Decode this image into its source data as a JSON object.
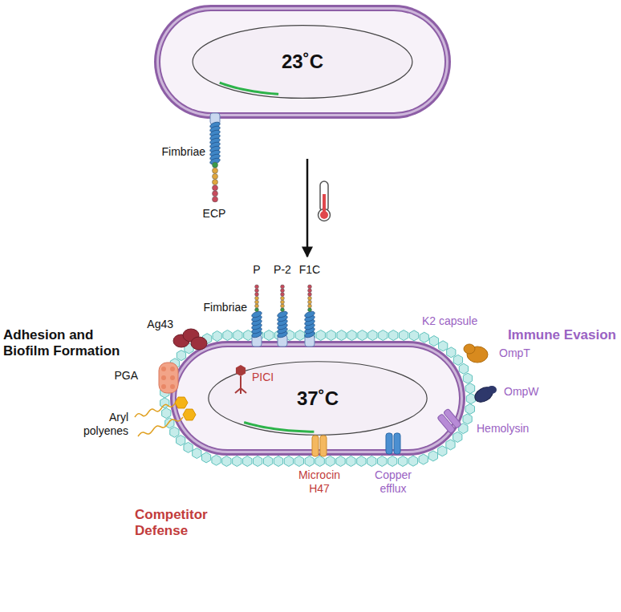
{
  "diagram": {
    "nodes": [
      {
        "text": [
          "23˚C"
        ]
      },
      {
        "text": [
          "37˚C"
        ]
      }
    ],
    "edges": [
      {
        "from": 0,
        "to": 1,
        "arrow": "to"
      }
    ],
    "labels": [
      "Fimbriae",
      "ECP",
      "P",
      "P-2",
      "F1C",
      "Adhesion and Biofilm Formation",
      "Immune Evasion",
      "Fimbriae",
      "Ag43",
      "K2 capsule",
      "OmpT",
      "PGA",
      "PICI",
      "OmpW",
      "Hemolysin",
      "Aryl polyenes",
      "Microcin H47",
      "Copper efflux",
      "Competitor Defense"
    ]
  }
}
